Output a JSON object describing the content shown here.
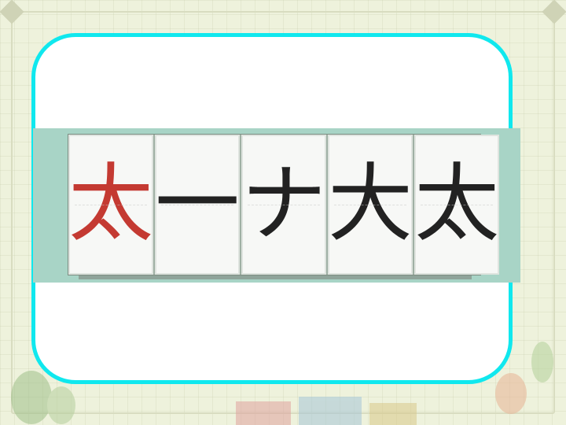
{
  "stroke_order": {
    "character": "太",
    "steps": [
      "太",
      "一",
      "ナ",
      "大",
      "太"
    ]
  },
  "colors": {
    "background": "#eef2dc",
    "card_border": "#10e8ee",
    "strip": "#a8d4c6",
    "highlight_character": "#c43a32",
    "stroke_text": "#222222"
  }
}
